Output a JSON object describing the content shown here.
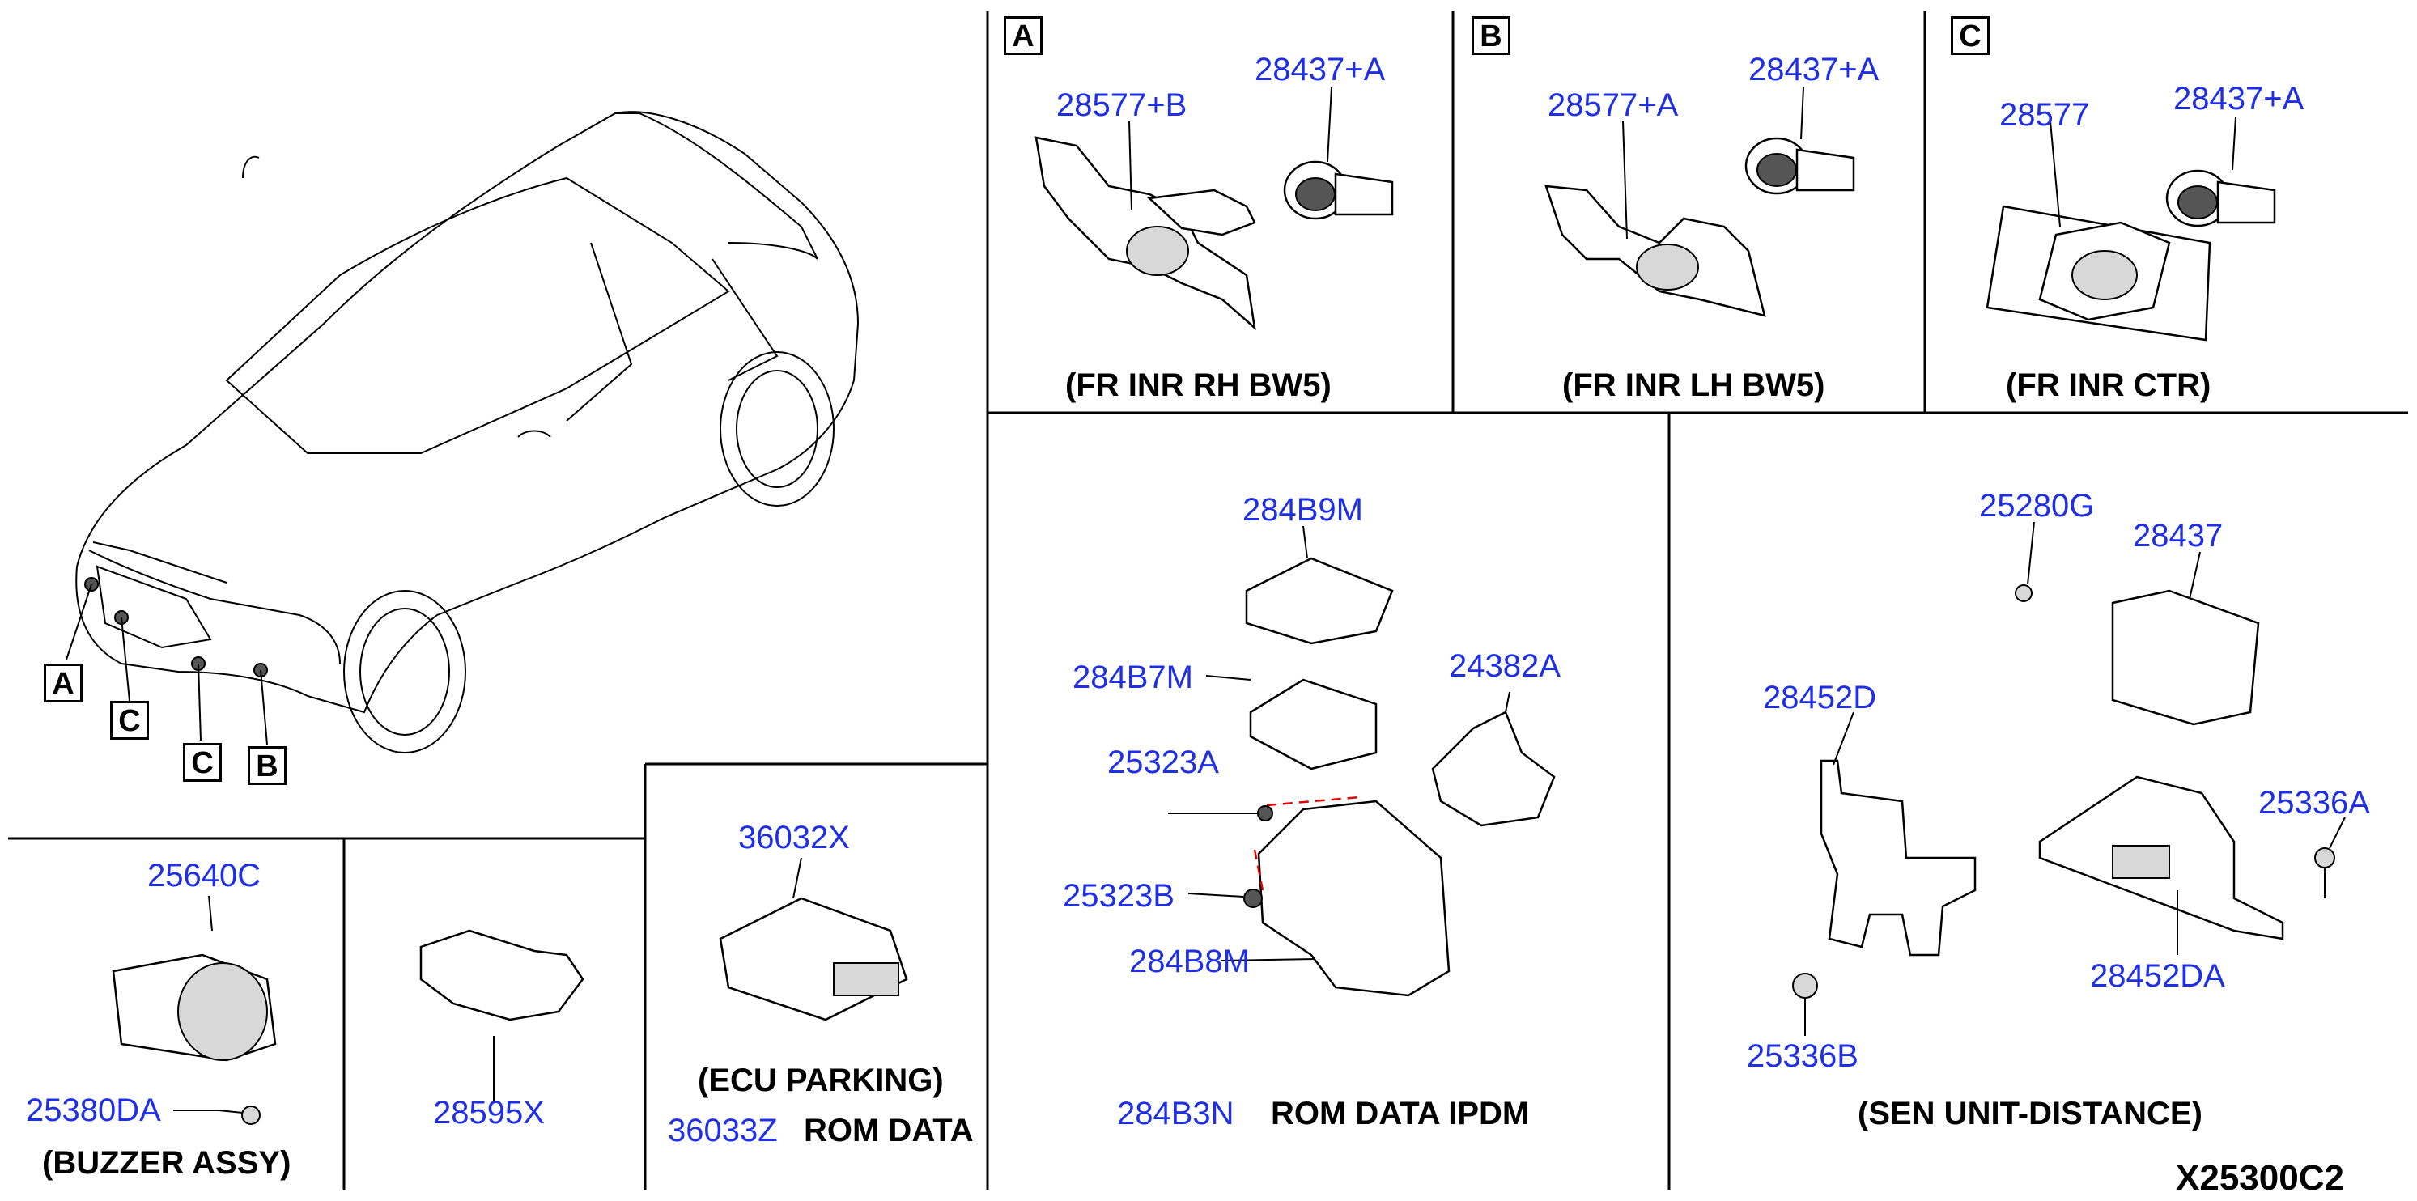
{
  "diagram": {
    "reference_code": "X25300C2",
    "callout_letters": [
      "A",
      "C",
      "C",
      "B"
    ],
    "panels": {
      "panel_a": {
        "letter": "A",
        "parts": [
          "28577+B",
          "28437+A"
        ],
        "caption": "(FR INR RH BW5)"
      },
      "panel_b": {
        "letter": "B",
        "parts": [
          "28577+A",
          "28437+A"
        ],
        "caption": "(FR INR LH BW5)"
      },
      "panel_c": {
        "letter": "C",
        "parts": [
          "28577",
          "28437+A"
        ],
        "caption": "(FR INR CTR)"
      },
      "ipdm": {
        "parts": [
          "284B9M",
          "284B7M",
          "24382A",
          "25323A",
          "25323B",
          "284B8M",
          "284B3N"
        ],
        "rom_label": "ROM DATA IPDM"
      },
      "sensor_unit": {
        "parts": [
          "25280G",
          "28437",
          "28452D",
          "25336A",
          "28452DA",
          "25336B"
        ],
        "caption": "(SEN UNIT-DISTANCE)"
      },
      "buzzer": {
        "parts": [
          "25640C",
          "25380DA"
        ],
        "caption": "(BUZZER ASSY)"
      },
      "bracket": {
        "parts": [
          "28595X"
        ]
      },
      "ecu": {
        "parts": [
          "36032X",
          "36033Z"
        ],
        "caption": "(ECU PARKING)",
        "rom_label": "ROM DATA"
      }
    }
  }
}
